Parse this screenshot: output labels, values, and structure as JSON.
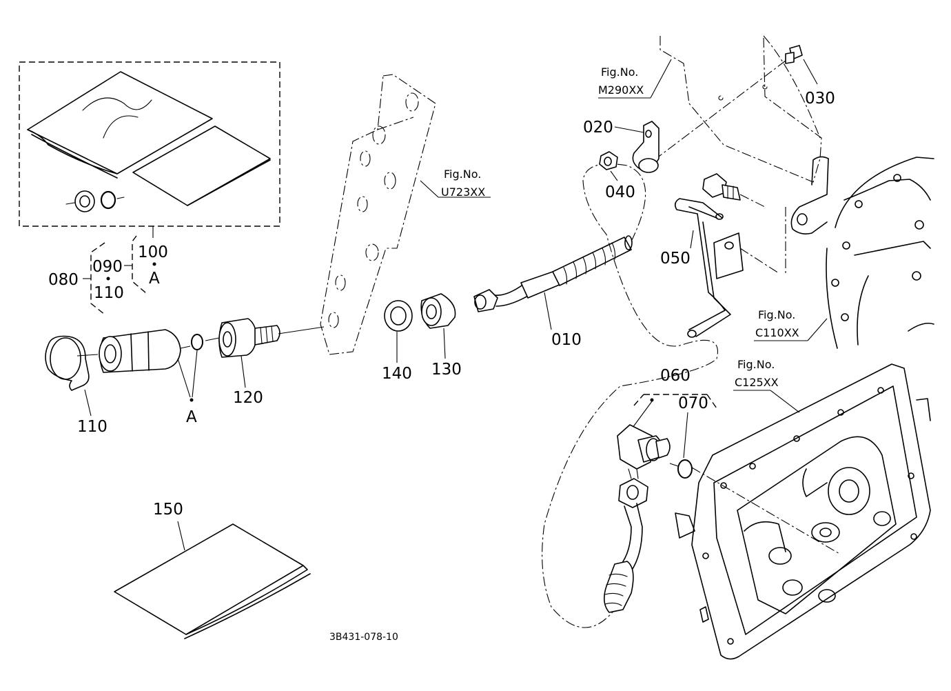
{
  "diagram_code": "3B431-078-10",
  "callouts": {
    "p010": "010",
    "p020": "020",
    "p030": "030",
    "p040": "040",
    "p050": "050",
    "p060": "060",
    "p070": "070",
    "p080": "080",
    "p090": "090",
    "p100": "100",
    "p110a": "110",
    "p110b": "110",
    "p120": "120",
    "p130": "130",
    "p140": "140",
    "p150": "150",
    "markA1": "A",
    "markA2": "A"
  },
  "figure_refs": {
    "m290_label": "Fig.No.",
    "m290_code": "M290XX",
    "u723_label": "Fig.No.",
    "u723_code": "U723XX",
    "c110_label": "Fig.No.",
    "c110_code": "C110XX",
    "c125_label": "Fig.No.",
    "c125_code": "C125XX"
  }
}
